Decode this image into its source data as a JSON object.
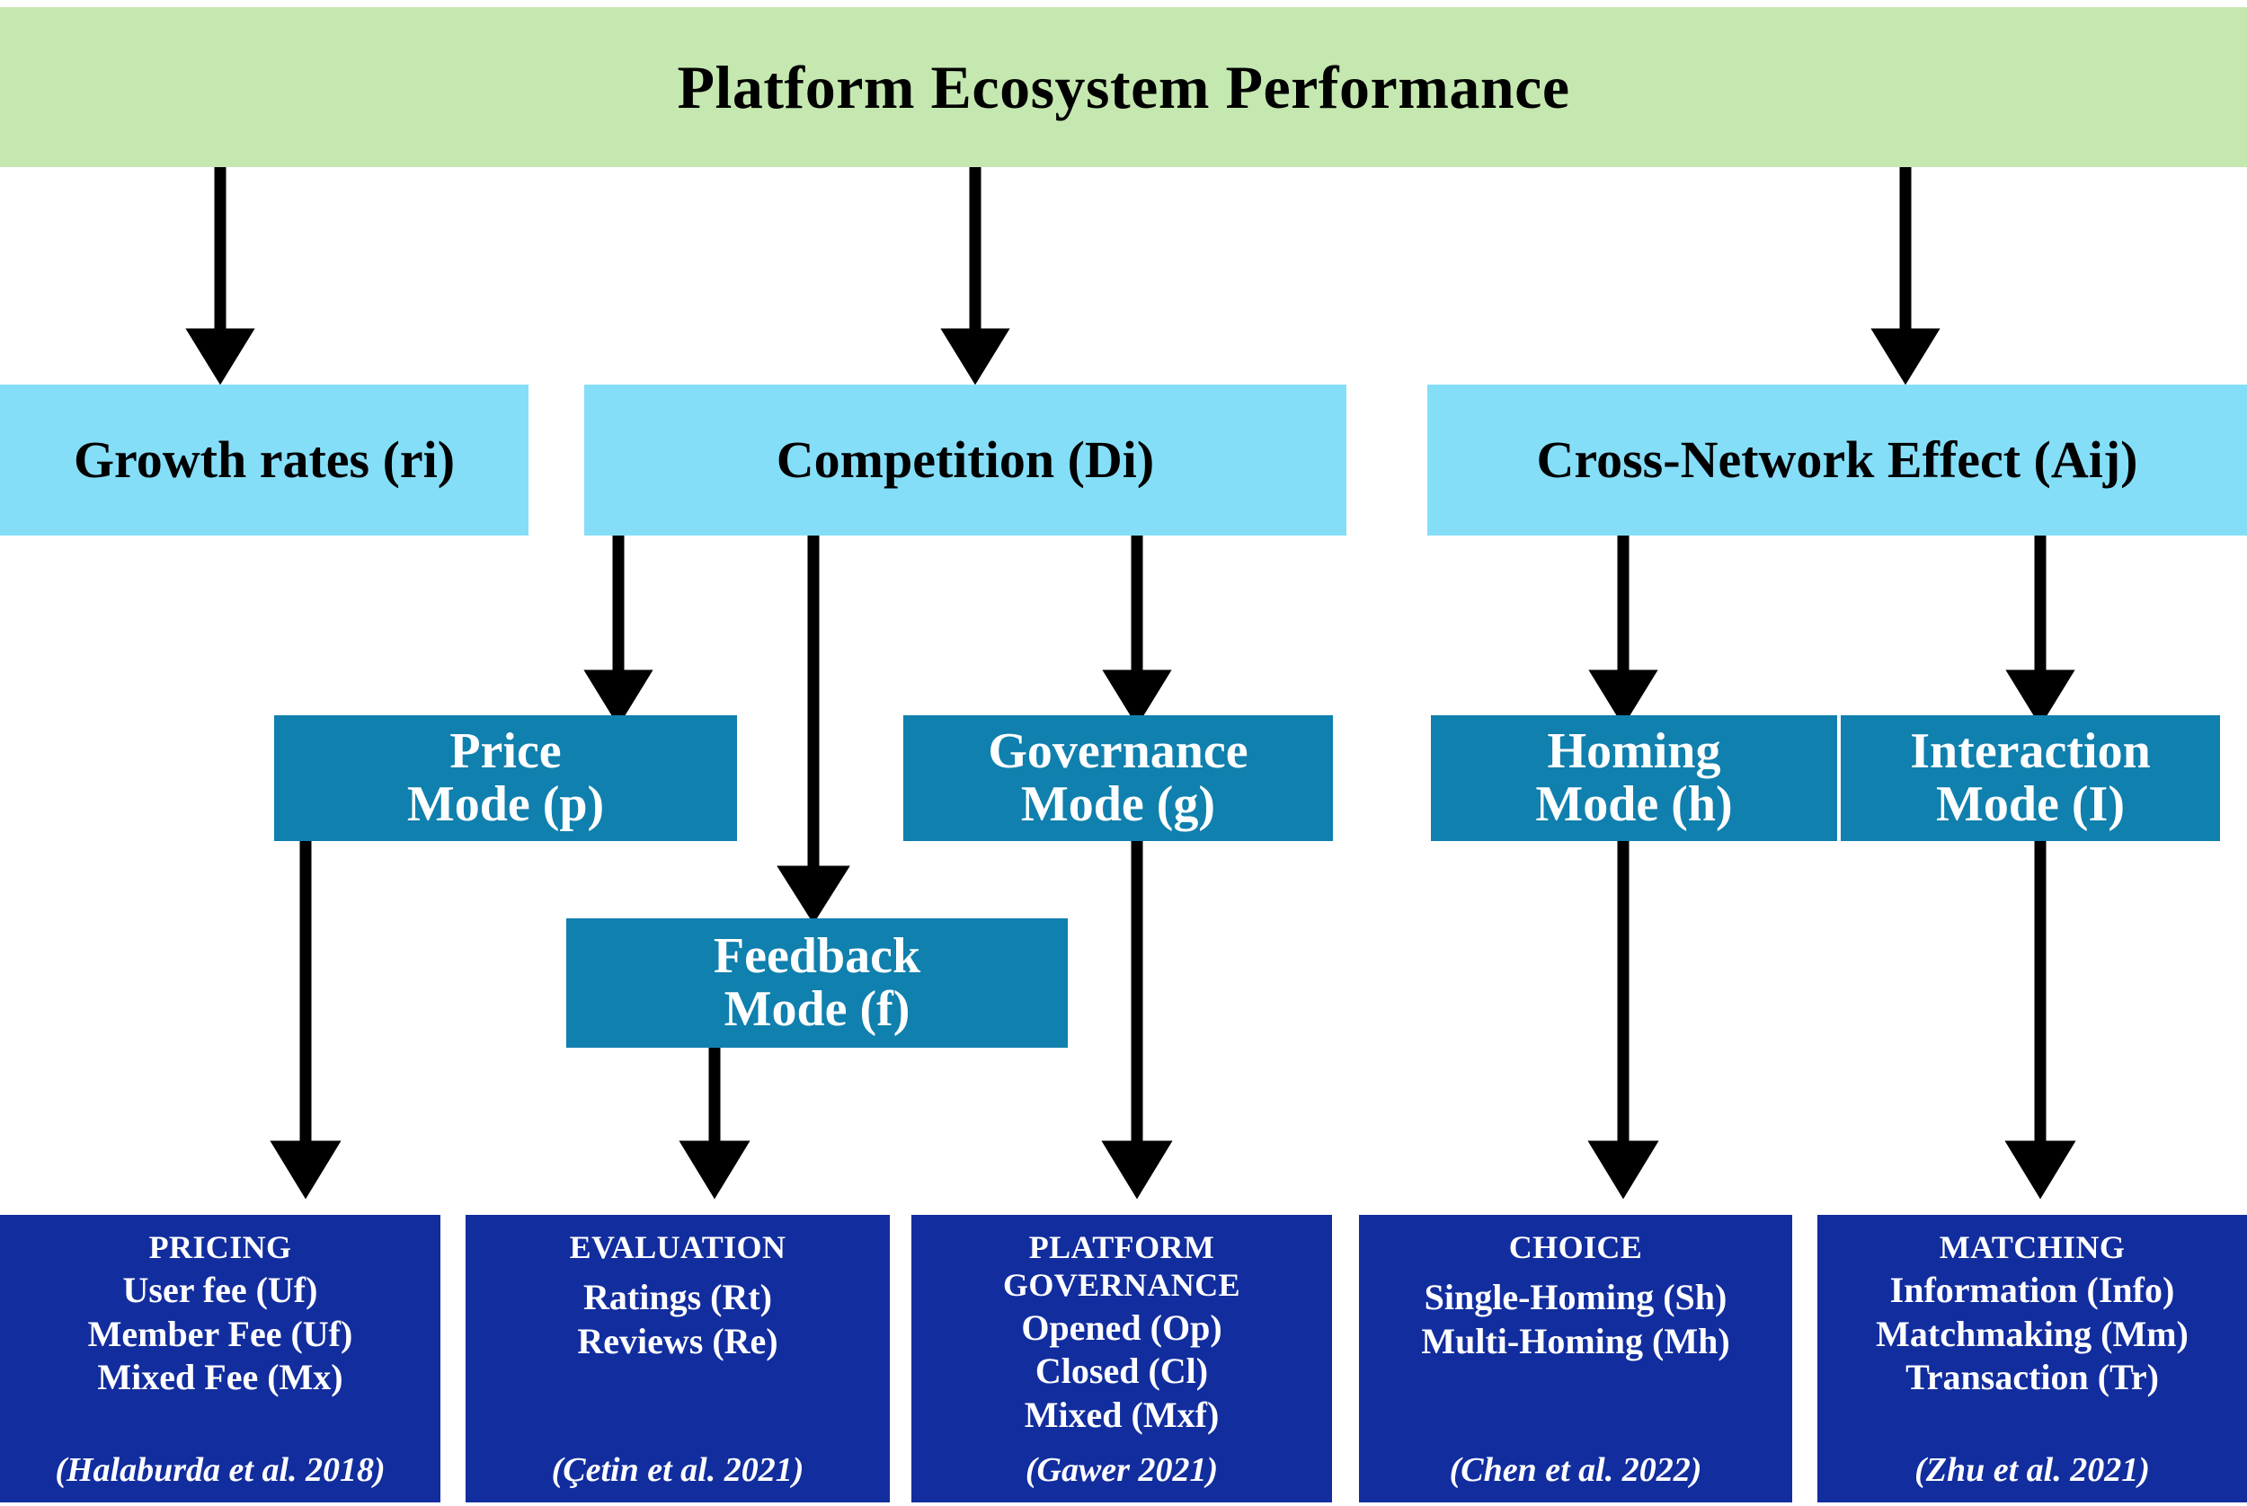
{
  "diagram": {
    "title": "Platform Ecosystem Performance",
    "colors": {
      "header_green": "#C5E8B0",
      "level1_light_blue": "#85DEF8",
      "level2_teal": "#1080AE",
      "level3_dark_blue": "#122D9E",
      "arrow_black": "#000000",
      "text_dark": "#000000",
      "text_light": "#FFFFFF"
    },
    "level1": [
      {
        "label": "Growth rates (ri)"
      },
      {
        "label": "Competition (Di)"
      },
      {
        "label": "Cross-Network Effect (Aij)"
      }
    ],
    "level2": [
      {
        "line1": "Price",
        "line2": "Mode (p)"
      },
      {
        "line1": "Feedback",
        "line2": "Mode (f)"
      },
      {
        "line1": "Governance",
        "line2": "Mode (g)"
      },
      {
        "line1": "Homing",
        "line2": "Mode (h)"
      },
      {
        "line1": "Interaction",
        "line2": "Mode (I)"
      }
    ],
    "level3": [
      {
        "title": "PRICING",
        "items": [
          "User fee (Uf)",
          "Member Fee (Uf)",
          "Mixed Fee (Mx)"
        ],
        "citation": "(Halaburda et al. 2018)"
      },
      {
        "title": "EVALUATION",
        "items": [
          "Ratings (Rt)",
          "Reviews (Re)"
        ],
        "citation": "(Çetin et al. 2021)"
      },
      {
        "title": "PLATFORM GOVERNANCE",
        "items": [
          "Opened (Op)",
          "Closed (Cl)",
          "Mixed (Mxf)"
        ],
        "citation": "(Gawer 2021)"
      },
      {
        "title": "CHOICE",
        "items": [
          "Single-Homing (Sh)",
          "Multi-Homing (Mh)"
        ],
        "citation": "(Chen et al. 2022)"
      },
      {
        "title": "MATCHING",
        "items": [
          "Information (Info)",
          "Matchmaking (Mm)",
          "Transaction (Tr)"
        ],
        "citation": "(Zhu et al. 2021)"
      }
    ]
  }
}
